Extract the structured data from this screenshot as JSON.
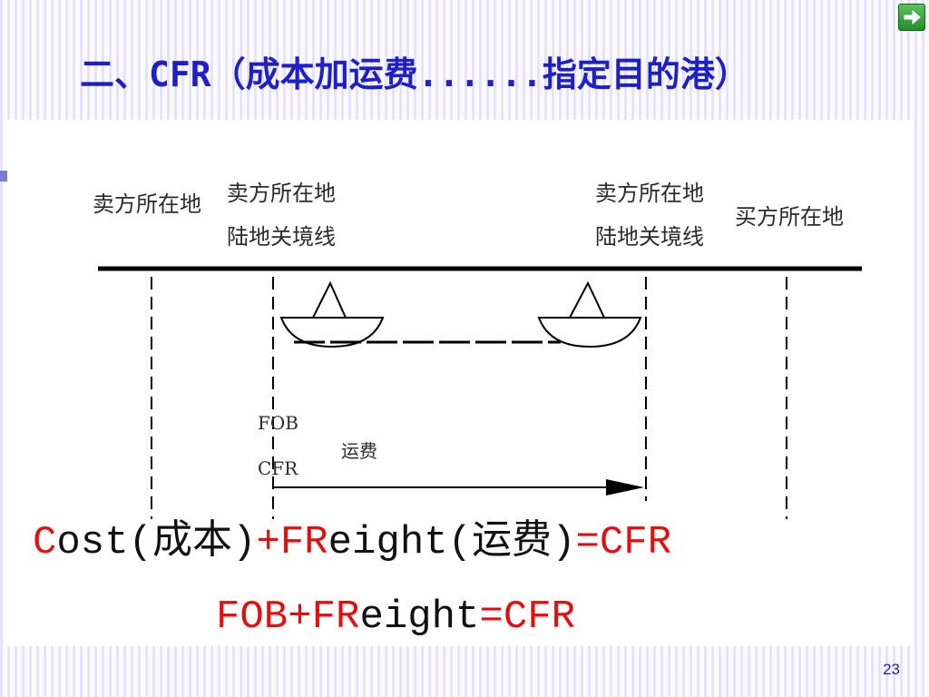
{
  "slide": {
    "title": "二、CFR（成本加运费......指定目的港）",
    "page_number": "23",
    "next_icon": "arrow-right-icon",
    "colors": {
      "title": "#1f1fc8",
      "accent": "#7b7bd8",
      "formula_red": "#e01010",
      "formula_black": "#111111"
    }
  },
  "diagram": {
    "seller_location": "卖方所在地",
    "seller_border_line1": "卖方所在地",
    "seller_border_line2": "陆地关境线",
    "buyer_border_line1": "卖方所在地",
    "buyer_border_line2": "陆地关境线",
    "buyer_location": "买方所在地",
    "fob_label": "FOB",
    "cfr_label": "CFR",
    "freight_label": "运费"
  },
  "formulas": {
    "line1": [
      {
        "text": "C",
        "color": "red"
      },
      {
        "text": "ost(成本)",
        "color": "black"
      },
      {
        "text": "+FR",
        "color": "red"
      },
      {
        "text": "eight(运费)",
        "color": "black"
      },
      {
        "text": "=CFR",
        "color": "red"
      }
    ],
    "line2": [
      {
        "text": "FOB+FR",
        "color": "red"
      },
      {
        "text": "eight",
        "color": "black"
      },
      {
        "text": "=CFR",
        "color": "red"
      }
    ]
  }
}
